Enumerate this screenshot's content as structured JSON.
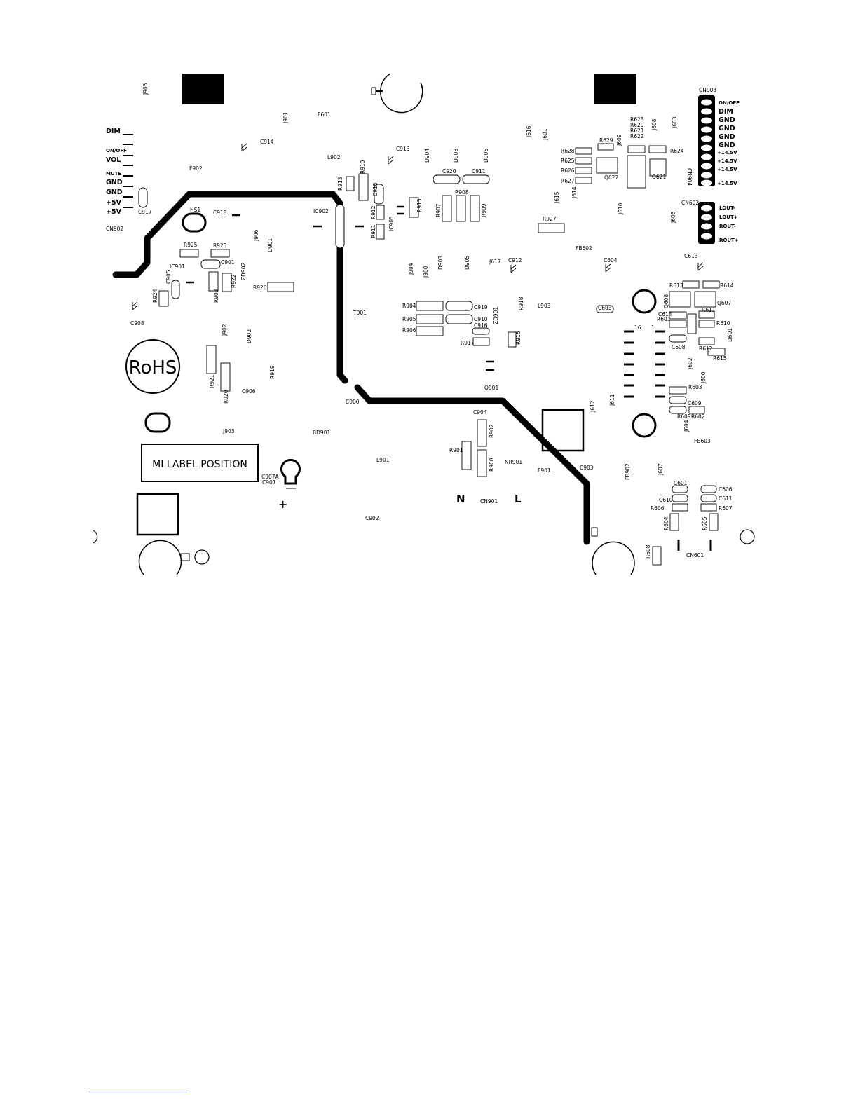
{
  "board": {
    "rohs_mark": "RoHS",
    "label_position_text": "MI LABEL POSITION",
    "mains_neutral": "N",
    "mains_live": "L",
    "cn902_pins": [
      "DIM",
      "ON/OFF",
      "VOL",
      "MUTE",
      "GND",
      "GND",
      "+5V",
      "+5V"
    ],
    "cn903_pins": [
      "ON/OFF",
      "DIM",
      "GND",
      "GND",
      "GND",
      "GND",
      "+14.5V",
      "+14.5V",
      "+14.5V",
      "+14.5V"
    ],
    "cn602_pins": [
      "LOUT-",
      "LOUT+",
      "ROUT-",
      "ROUT+"
    ],
    "designators": [
      "J905",
      "J901",
      "F601",
      "C914",
      "F902",
      "CN902",
      "C917",
      "HS1",
      "C918",
      "R925",
      "R923",
      "C901",
      "IC901",
      "C905",
      "R924",
      "R903",
      "R922",
      "ZD902",
      "R926",
      "C908",
      "J906",
      "D901",
      "J902",
      "D902",
      "R919",
      "R921",
      "R920",
      "C906",
      "J903",
      "BD901",
      "C907A",
      "C907",
      "L902",
      "R913",
      "R910",
      "C915",
      "R912",
      "R911",
      "IC903",
      "R915",
      "C913",
      "IC902",
      "D904",
      "D908",
      "D906",
      "C920",
      "C911",
      "R908",
      "R907",
      "R909",
      "T901",
      "J904",
      "J900",
      "D903",
      "D905",
      "J617",
      "C912",
      "R904",
      "R905",
      "R906",
      "C919",
      "C910",
      "C916",
      "ZD901",
      "R917",
      "R916",
      "R918",
      "L903",
      "Q901",
      "C900",
      "C904",
      "R902",
      "R901",
      "R900",
      "NR901",
      "L901",
      "F901",
      "C903",
      "C902",
      "CN901",
      "J616",
      "J601",
      "R628",
      "R625",
      "R626",
      "R627",
      "R629",
      "Q622",
      "J615",
      "J614",
      "R623",
      "R620",
      "R621",
      "R622",
      "J609",
      "J608",
      "J603",
      "R624",
      "Q621",
      "CN904",
      "CN903",
      "J610",
      "R927",
      "FB602",
      "C604",
      "J605",
      "CN602",
      "C613",
      "R613",
      "R614",
      "Q608",
      "Q607",
      "C603",
      "C614",
      "R601",
      "R611",
      "R610",
      "D601",
      "C608",
      "R612",
      "R615",
      "J602",
      "J600",
      "R603",
      "C609",
      "R609",
      "R602",
      "J612",
      "J611",
      "J604",
      "FB603",
      "FB902",
      "J607",
      "C601",
      "C606",
      "C610",
      "C611",
      "R606",
      "R607",
      "R604",
      "R605",
      "R608",
      "CN601"
    ]
  }
}
